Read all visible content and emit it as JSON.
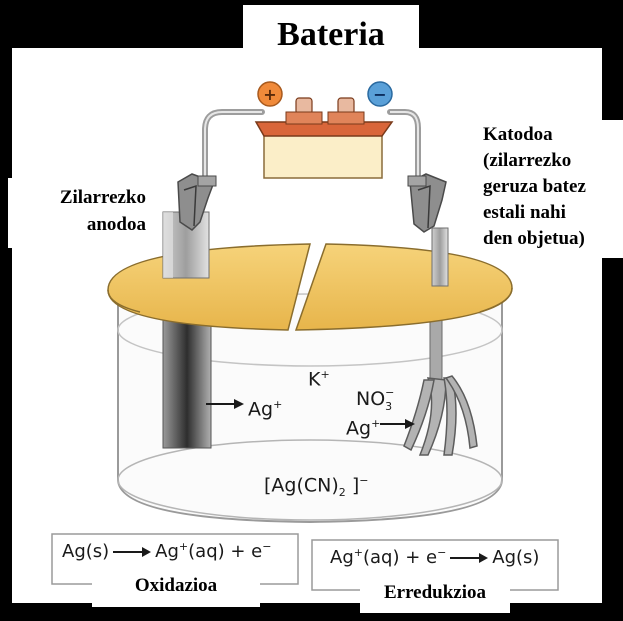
{
  "title": "Bateria",
  "anode_label_lines": [
    "Zilarrezko",
    "anodoa"
  ],
  "cathode_label_lines": [
    "Katodoa",
    "(zilarrezko",
    "geruza batez",
    "estali nahi",
    "den objetua)"
  ],
  "battery": {
    "plus_symbol": "+",
    "minus_symbol": "−"
  },
  "solution_labels": {
    "potassium": {
      "base": "K",
      "sup": "+"
    },
    "nitrate": {
      "base": "NO",
      "sub": "3",
      "sup": "−"
    },
    "silver_ion_anode": {
      "base": "Ag",
      "sup": "+"
    },
    "silver_ion_cathode": {
      "base": "Ag",
      "sup": "+"
    },
    "complex": {
      "part1": "[Ag(CN)",
      "sub": "2",
      "part2": " ]",
      "sup": "−"
    }
  },
  "oxidation": {
    "left": "Ag(s)",
    "right_base": "Ag",
    "right_sup": "+",
    "right_rest": "(aq) + e",
    "right_sup2": "−",
    "label": "Oxidazioa"
  },
  "reduction": {
    "left_base": "Ag",
    "left_sup": "+",
    "left_rest": "(aq) + e",
    "left_sup2": "−",
    "right": "Ag(s)",
    "label": "Erredukzioa"
  },
  "colors": {
    "background": "#000000",
    "panel": "#ffffff",
    "lid": "#f1c35e",
    "battery_body": "#fbeec8",
    "battery_top": "#d9663a",
    "plus_terminal": "#f08a3a",
    "minus_terminal": "#5aa0d8",
    "electrode": "#8c8c8c",
    "beaker_outline": "#9a9a9a"
  },
  "icons": [
    "battery-icon",
    "alligator-clip-icon",
    "fork-icon",
    "silver-anode-icon"
  ]
}
